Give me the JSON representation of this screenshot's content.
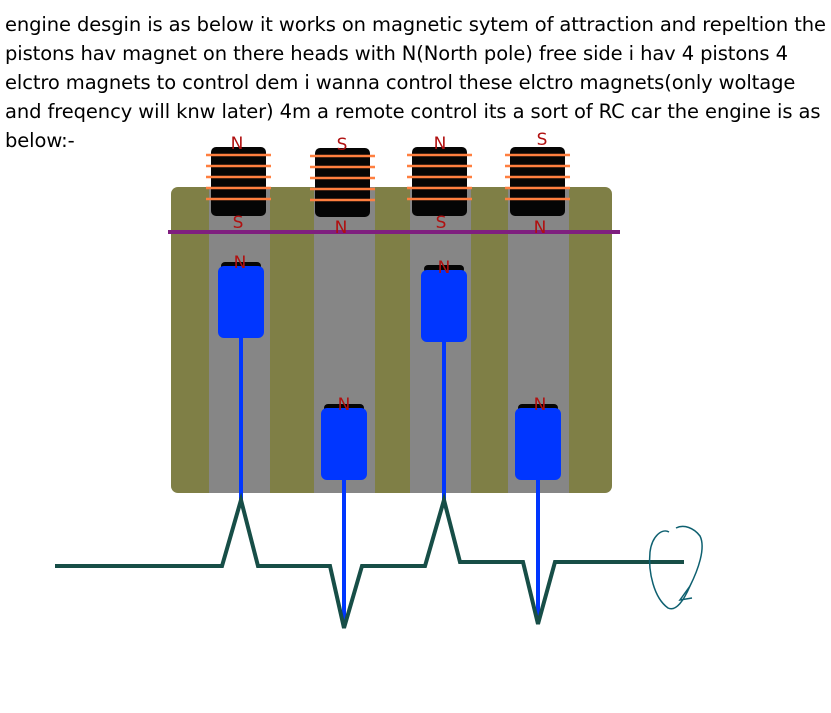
{
  "description": "engine desgin is as below it works on magnetic sytem of attraction and repeltion the pistons hav magnet on there heads with N(North pole) free side i hav 4 pistons 4 elctro magnets to control dem i wanna control these elctro magnets(only woltage and freqency will knw later) 4m a remote control its a sort of RC car the engine is as below:-",
  "colors": {
    "block": "#7f7f46",
    "cylinder": "#868686",
    "electromagnet": "#050505",
    "coil": "#ff7f3f",
    "line": "#7f1f7f",
    "piston": "#0036ff",
    "rod": "#0036ff",
    "crank": "#174e47",
    "pole_text": "#b01010",
    "arrow": "#0e6070"
  },
  "electromagnets": [
    {
      "top": "N",
      "bottom": "S"
    },
    {
      "top": "S",
      "bottom": "N"
    },
    {
      "top": "N",
      "bottom": "S"
    },
    {
      "top": "S",
      "bottom": "N"
    }
  ],
  "pistons": [
    {
      "head": "N",
      "position": "up"
    },
    {
      "head": "N",
      "position": "down"
    },
    {
      "head": "N",
      "position": "up"
    },
    {
      "head": "N",
      "position": "down"
    }
  ]
}
